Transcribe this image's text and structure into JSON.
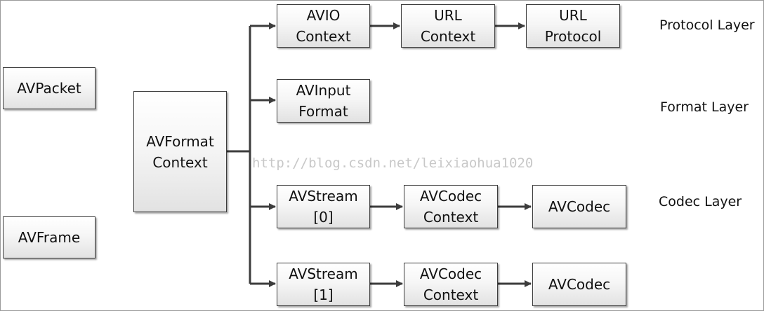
{
  "diagram": {
    "nodes": {
      "avpacket": "AVPacket",
      "avframe": "AVFrame",
      "avformat_context": "AVFormat\nContext",
      "avio_context": "AVIO\nContext",
      "url_context": "URL\nContext",
      "url_protocol": "URL\nProtocol",
      "avinput_format": "AVInput\nFormat",
      "avstream_0": "AVStream\n[0]",
      "avcodec_context_0": "AVCodec\nContext",
      "avcodec_0": "AVCodec",
      "avstream_1": "AVStream\n[1]",
      "avcodec_context_1": "AVCodec\nContext",
      "avcodec_1": "AVCodec"
    },
    "layers": {
      "protocol": "Protocol Layer",
      "format": "Format Layer",
      "codec": "Codec Layer"
    },
    "watermark": "http://blog.csdn.net/leixiaohua1020",
    "edges": [
      [
        "avformat_context",
        "avio_context"
      ],
      [
        "avio_context",
        "url_context"
      ],
      [
        "url_context",
        "url_protocol"
      ],
      [
        "avformat_context",
        "avinput_format"
      ],
      [
        "avformat_context",
        "avstream_0"
      ],
      [
        "avstream_0",
        "avcodec_context_0"
      ],
      [
        "avcodec_context_0",
        "avcodec_0"
      ],
      [
        "avformat_context",
        "avstream_1"
      ],
      [
        "avstream_1",
        "avcodec_context_1"
      ],
      [
        "avcodec_context_1",
        "avcodec_1"
      ]
    ],
    "colors": {
      "line": "#3c3c3c",
      "box_border": "#3c3c3c",
      "watermark": "#c8c8c8"
    }
  }
}
